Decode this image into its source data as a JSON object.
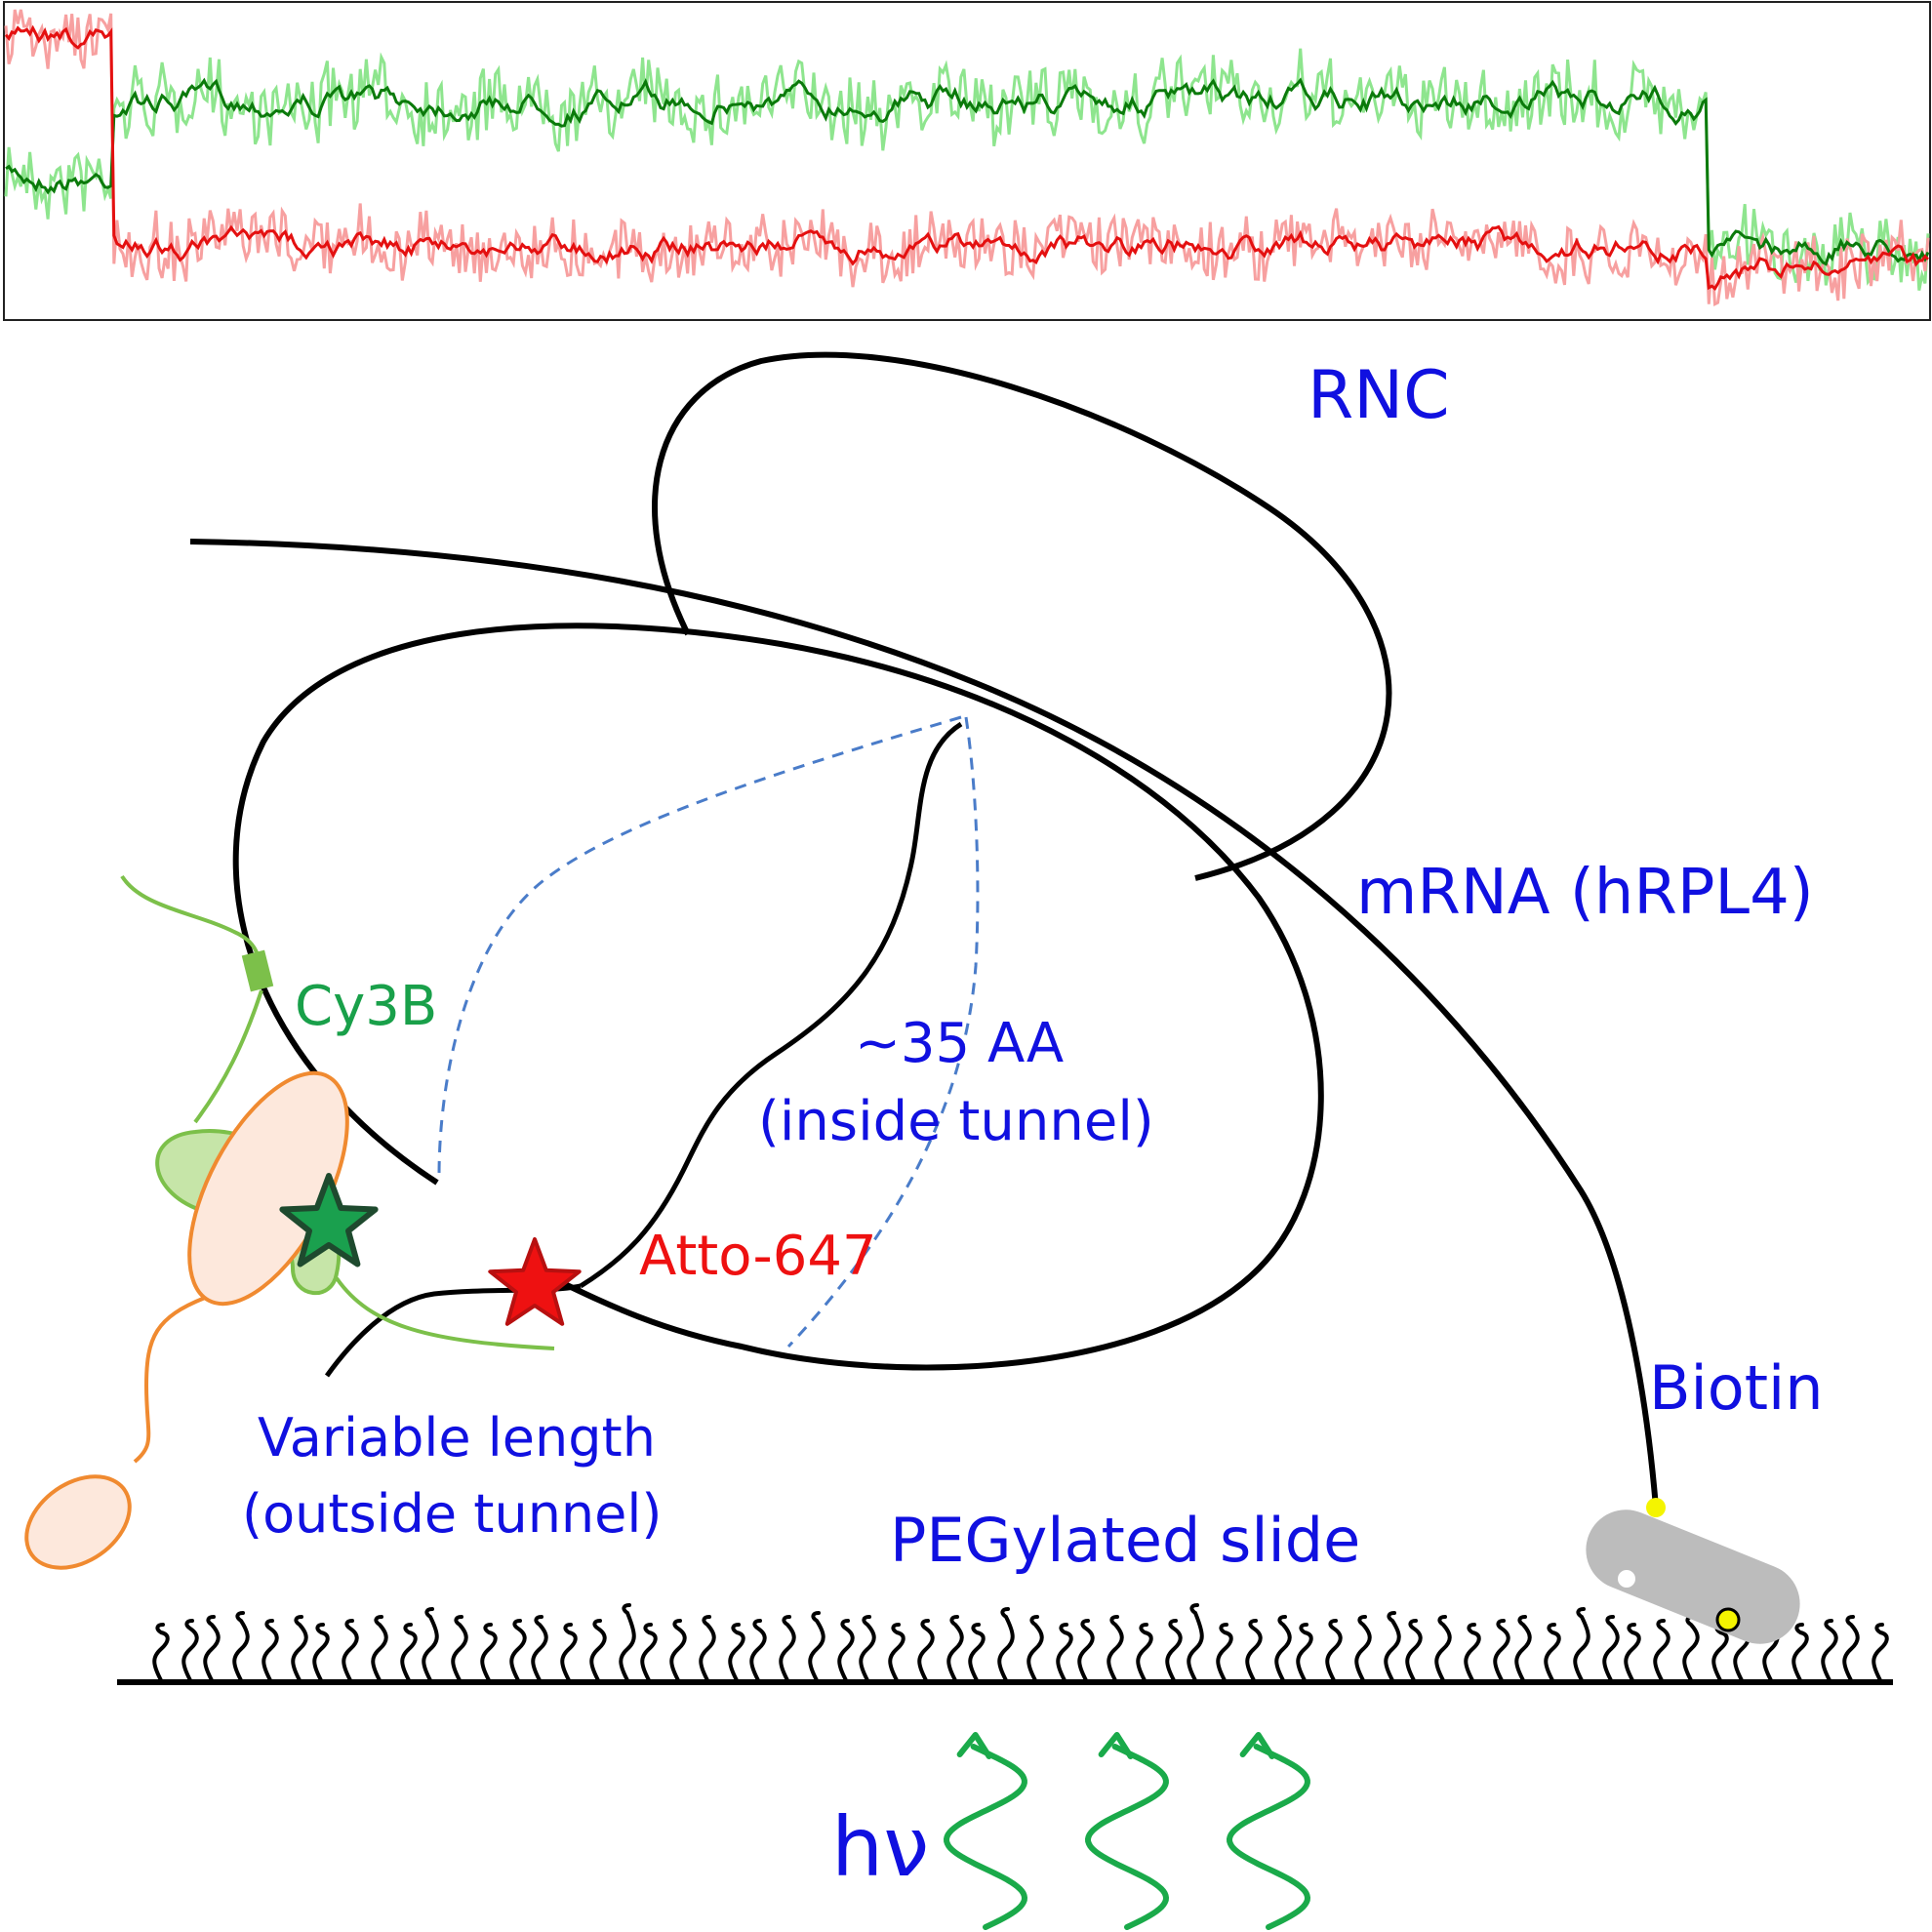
{
  "labels": {
    "rnc": "RNC",
    "mrna": "mRNA (hRPL4)",
    "cy3b": "Cy3B",
    "aa_count": "~35 AA",
    "inside_tunnel": "(inside tunnel)",
    "atto": "Atto-647",
    "variable_length": "Variable length",
    "outside_tunnel": "(outside tunnel)",
    "biotin": "Biotin",
    "slide": "PEGylated slide",
    "light": "hν"
  },
  "colors": {
    "label_blue": "#1010e0",
    "cy3b_green": "#19a04a",
    "atto_red": "#ee1111",
    "trace_green_raw": "#8ee58e",
    "trace_green_smooth": "#0b7a0b",
    "trace_red_raw": "#f7a0a0",
    "trace_red_smooth": "#e41010",
    "protein_orange": "#f08a30",
    "protein_fill": "#fde8dc",
    "antibody_green": "#7cc04a",
    "wave_green": "#1aaa4a",
    "streptavidin_gray": "#bcbcbc",
    "biotin_yellow": "#f4f400"
  },
  "icons": {
    "cy3b_marker": "green-star-icon",
    "atto_marker": "red-star-icon",
    "excitation": "wavy-arrow-icon"
  },
  "trace": {
    "green_before_step": 0.55,
    "green_after_step": 0.3,
    "green_end": 0.78,
    "red_before_step": 0.1,
    "red_after_step": 0.78,
    "red_end": 0.86
  }
}
